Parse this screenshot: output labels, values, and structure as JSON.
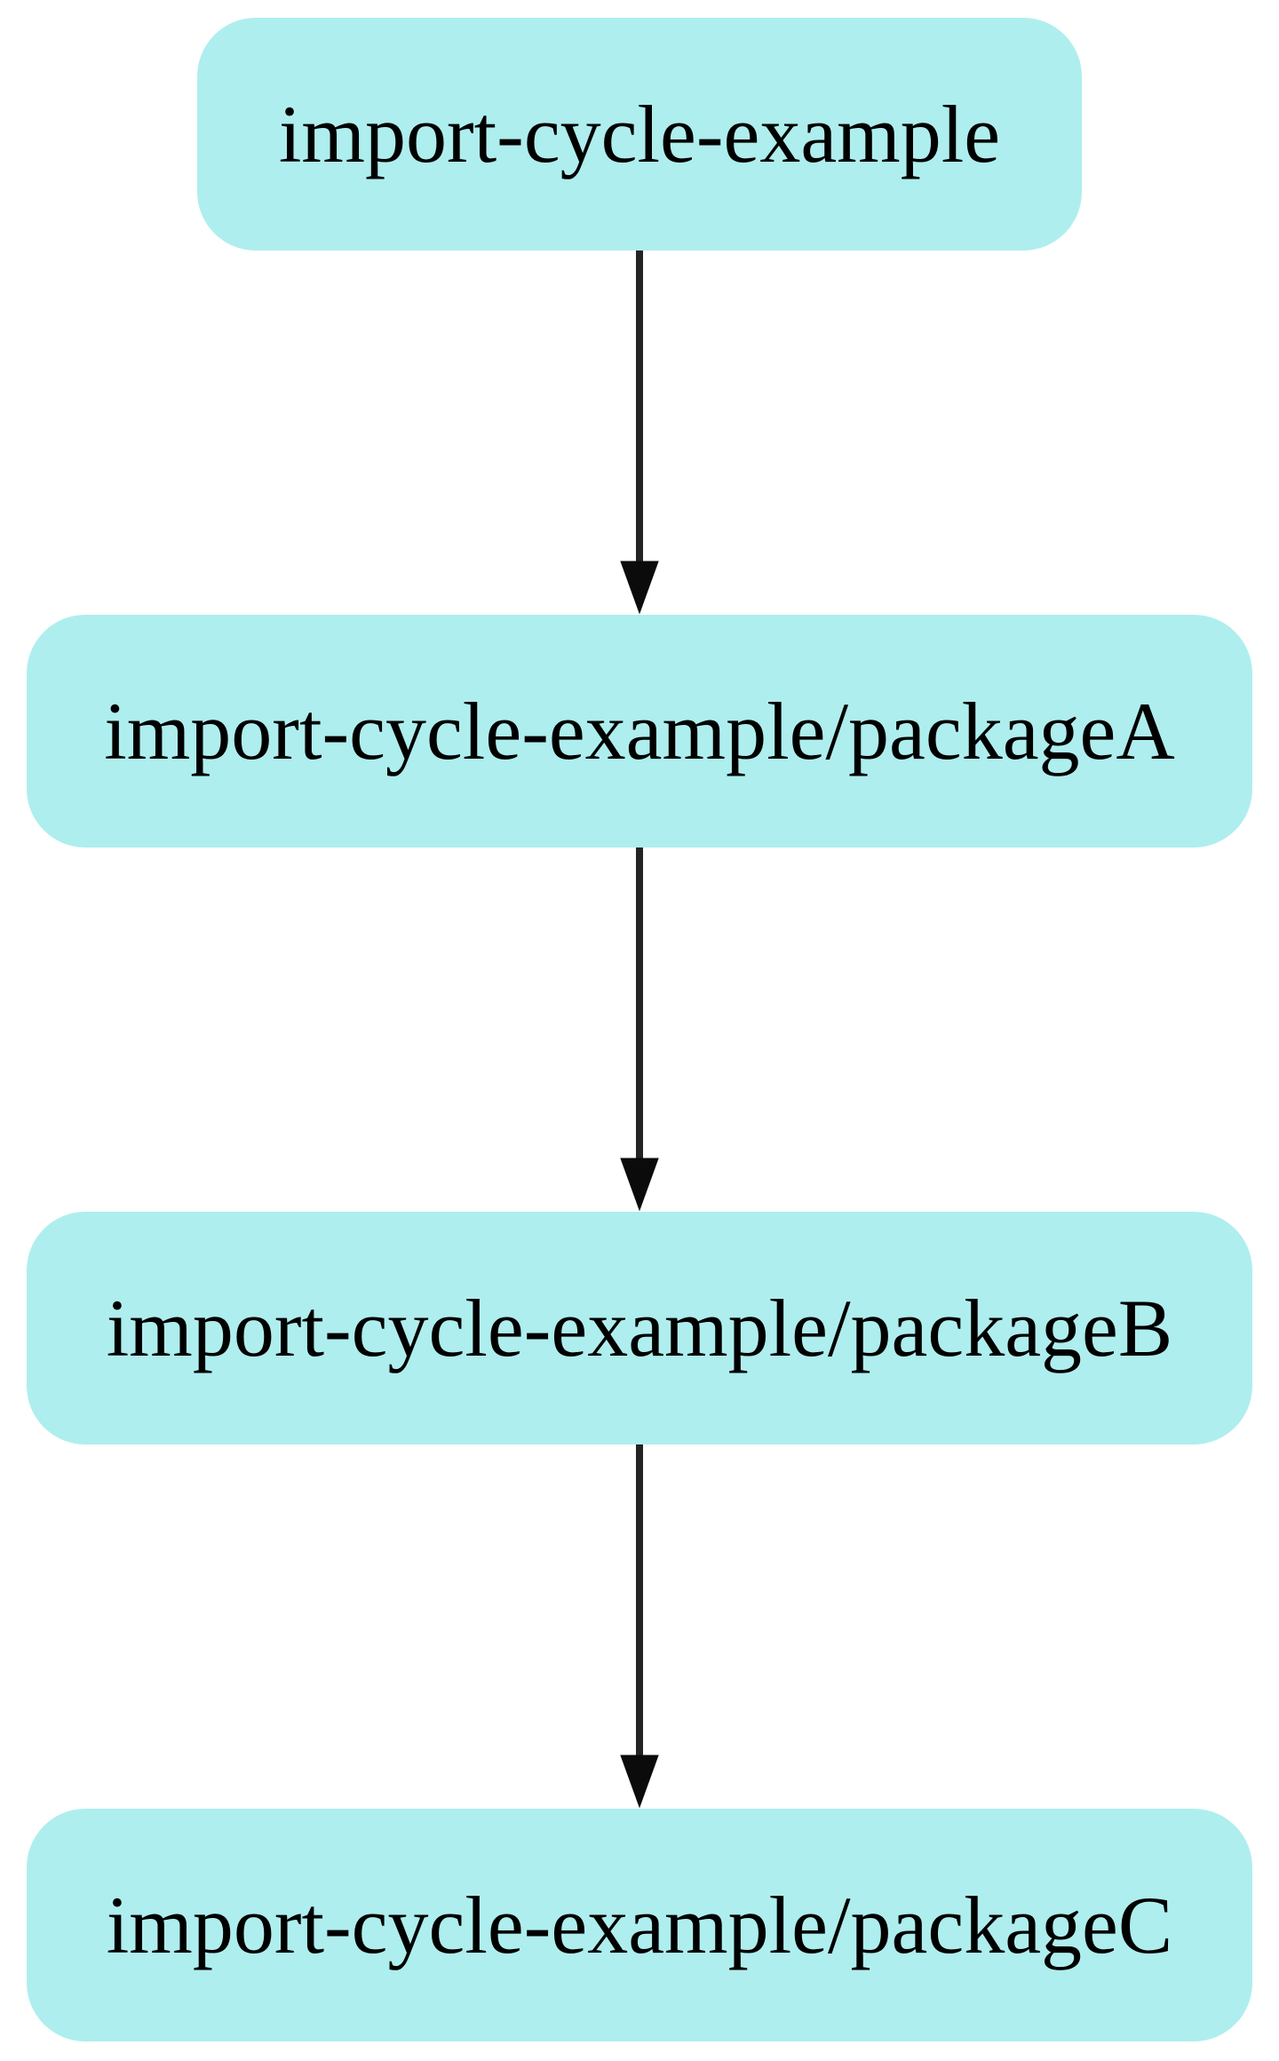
{
  "diagram": {
    "type": "dependency-graph",
    "direction": "top-down",
    "background_color": "#ffffff",
    "node_fill_color": "#afeeee",
    "node_text_color": "#000000",
    "edge_color": "#242424",
    "arrowhead_color": "#0b0b0b",
    "nodes": [
      {
        "id": "import-cycle-example",
        "label": "import-cycle-example"
      },
      {
        "id": "import-cycle-example/packageA",
        "label": "import-cycle-example/packageA"
      },
      {
        "id": "import-cycle-example/packageB",
        "label": "import-cycle-example/packageB"
      },
      {
        "id": "import-cycle-example/packageC",
        "label": "import-cycle-example/packageC"
      }
    ],
    "edges": [
      {
        "from": "import-cycle-example",
        "to": "import-cycle-example/packageA"
      },
      {
        "from": "import-cycle-example/packageA",
        "to": "import-cycle-example/packageB"
      },
      {
        "from": "import-cycle-example/packageB",
        "to": "import-cycle-example/packageC"
      }
    ]
  }
}
